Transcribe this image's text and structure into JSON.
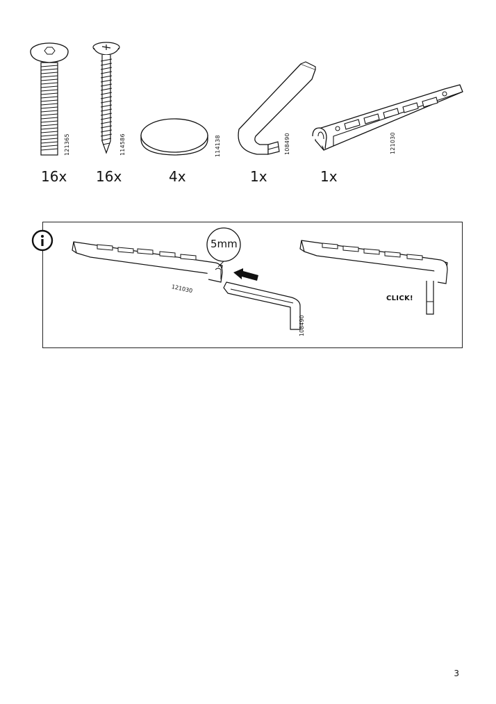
{
  "parts": [
    {
      "name": "bolt",
      "part_number": "121365",
      "quantity": "16x",
      "icon": "bolt-icon"
    },
    {
      "name": "screw",
      "part_number": "114586",
      "quantity": "16x",
      "icon": "wood-screw-icon"
    },
    {
      "name": "glide",
      "part_number": "114138",
      "quantity": "4x",
      "icon": "felt-pad-icon"
    },
    {
      "name": "allen-key",
      "part_number": "108490",
      "quantity": "1x",
      "icon": "allen-key-icon"
    },
    {
      "name": "rail",
      "part_number": "121030",
      "quantity": "1x",
      "icon": "rail-bracket-icon"
    }
  ],
  "info_panel": {
    "icon": "info-icon",
    "rail_part_number": "121030",
    "key_part_number": "108490",
    "callout": "5mm",
    "click_label": "CLICK!"
  },
  "page_number": "3"
}
